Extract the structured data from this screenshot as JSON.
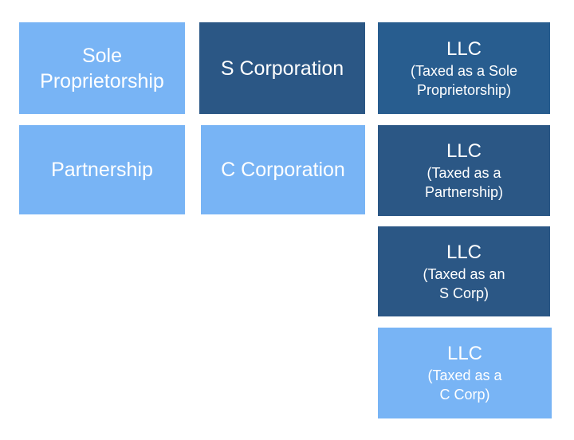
{
  "boxes": [
    {
      "lines": [
        "Sole",
        "Proprietorship"
      ]
    },
    {
      "lines": [
        "S Corporation"
      ]
    },
    {
      "title": "LLC",
      "lines": [
        "(Taxed as a Sole",
        "Proprietorship)"
      ]
    },
    {
      "lines": [
        "Partnership"
      ]
    },
    {
      "lines": [
        "C Corporation"
      ]
    },
    {
      "title": "LLC",
      "lines": [
        "(Taxed as a",
        "Partnership)"
      ]
    },
    {
      "title": "LLC",
      "lines": [
        "(Taxed as an",
        "S Corp)"
      ]
    },
    {
      "title": "LLC",
      "lines": [
        "(Taxed as a",
        "C Corp)"
      ]
    }
  ],
  "colors": {
    "light_box": "#78b4f5",
    "dark_box": "#2b5785",
    "text": "#ffffff"
  }
}
